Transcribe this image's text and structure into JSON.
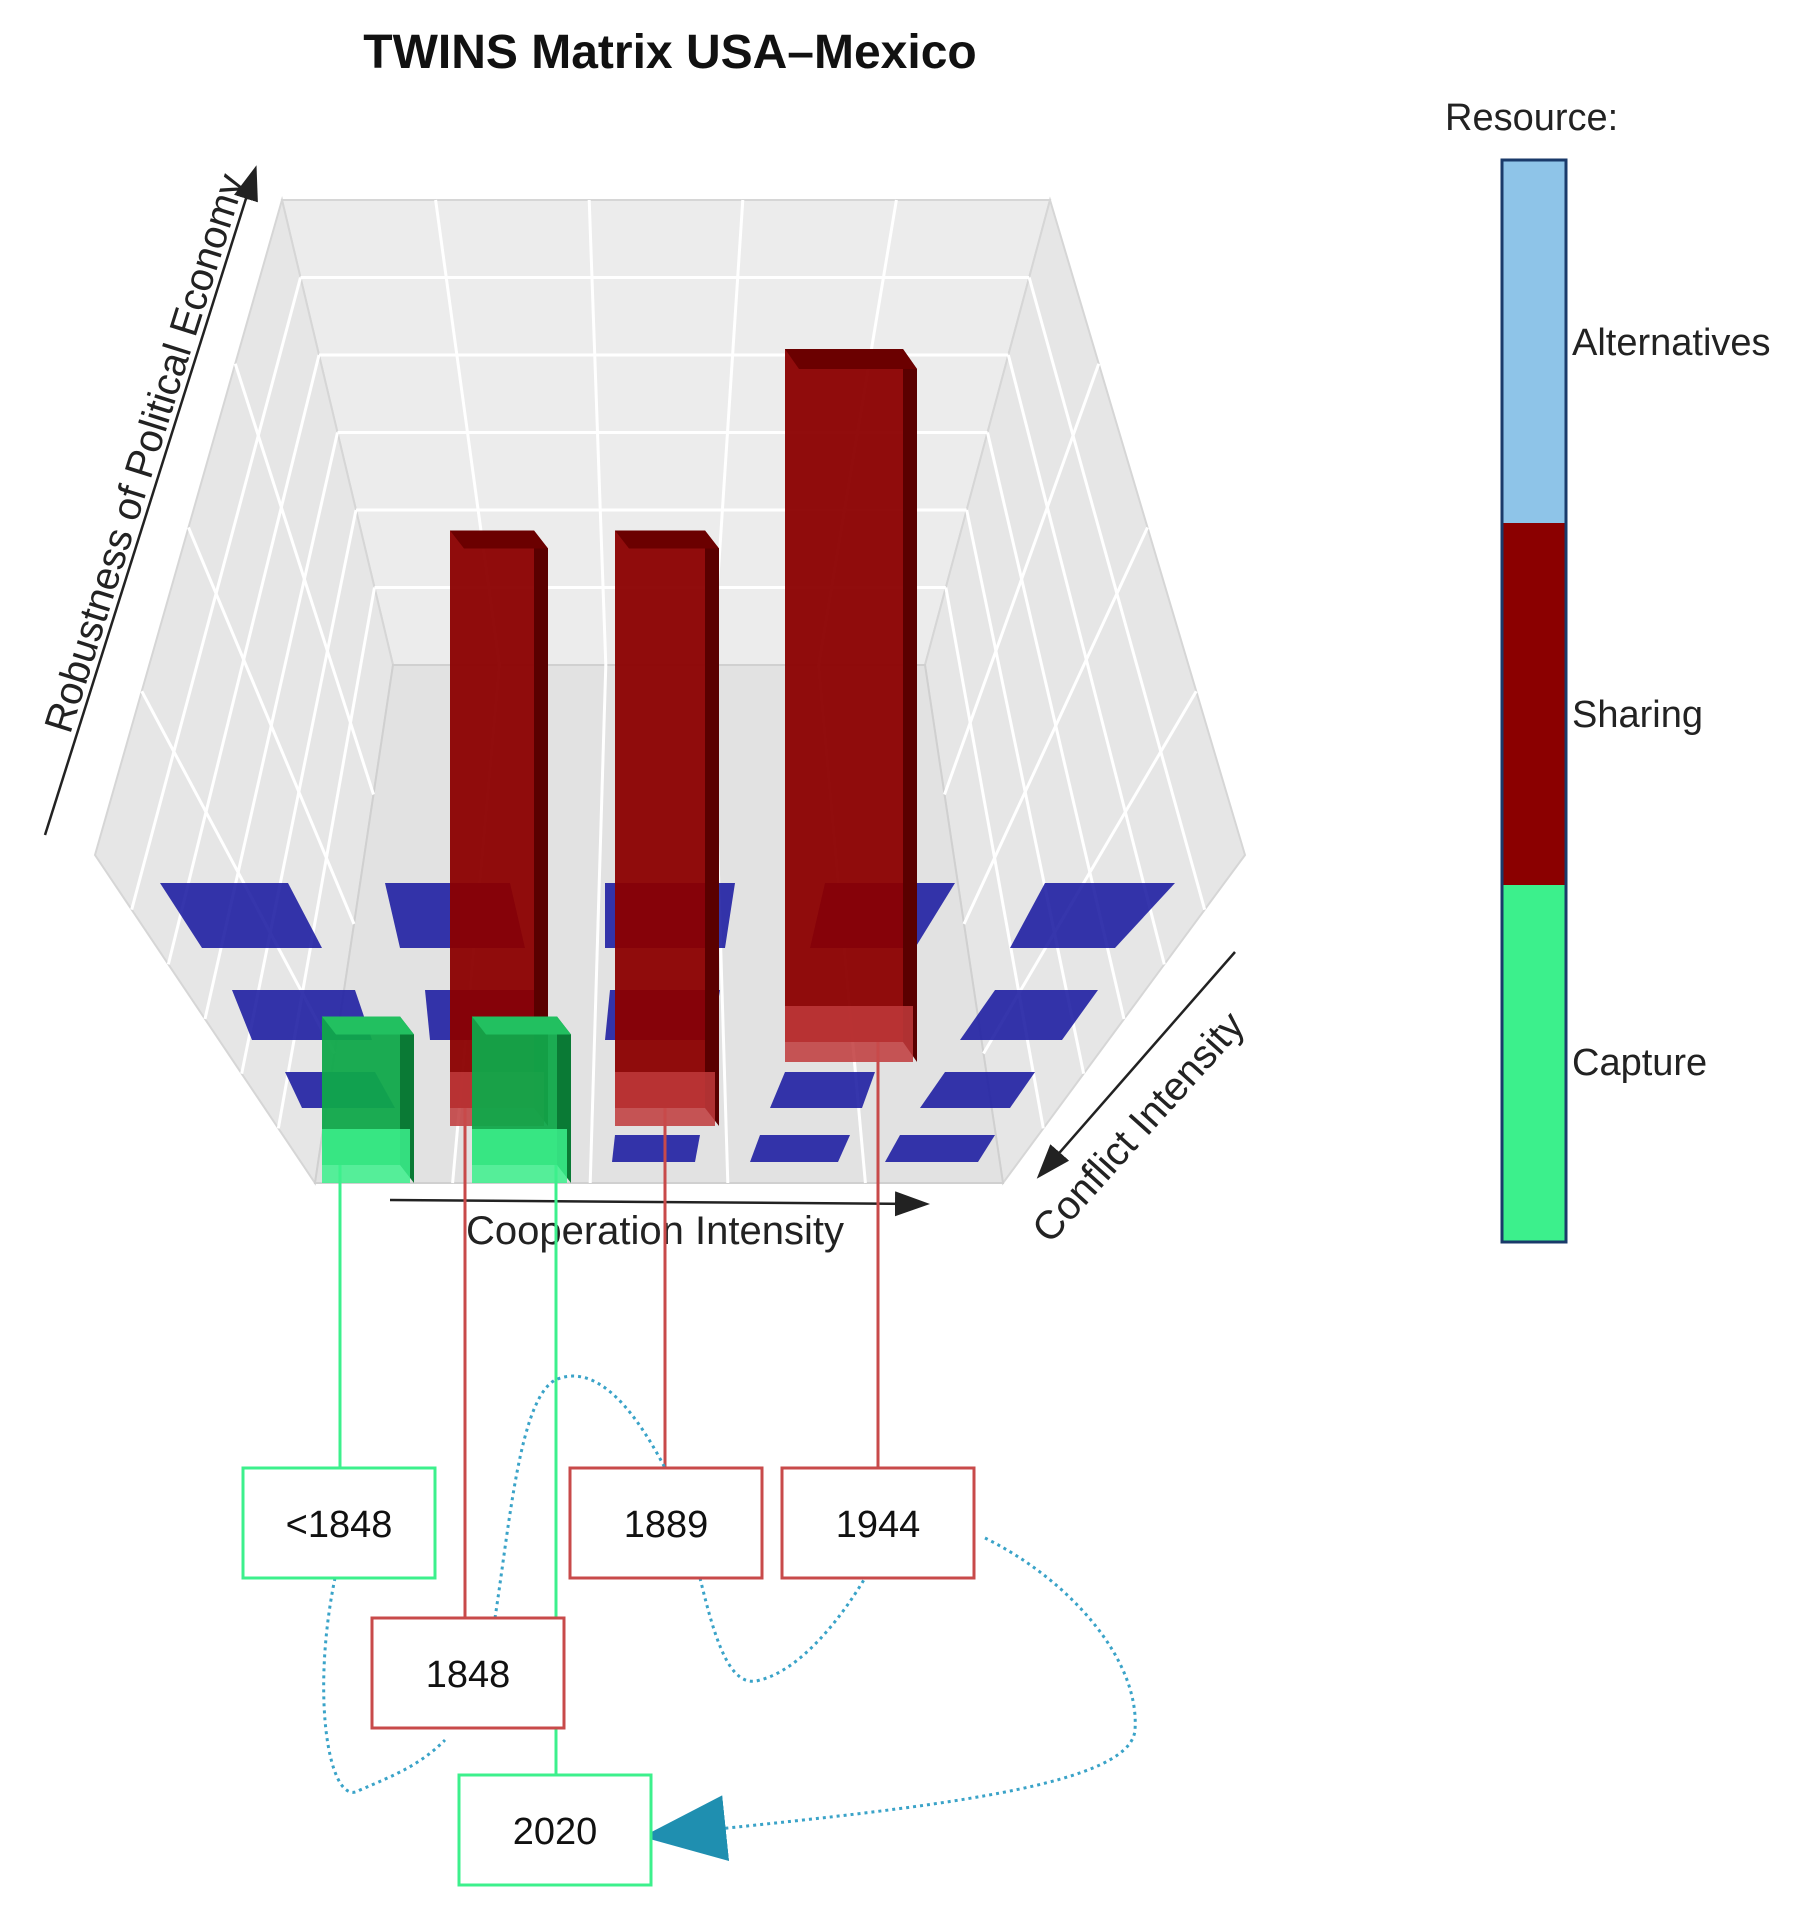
{
  "chart_data": {
    "type": "bar",
    "title": "TWINS Matrix USA–Mexico",
    "xlabel": "Cooperation Intensity",
    "ylabel": "Robustness of Political Economy",
    "zlabel": "Conflict Intensity",
    "legend": {
      "title": "Resource:",
      "position": "right",
      "entries": [
        {
          "label": "Alternatives",
          "color": "#8ec4e8"
        },
        {
          "label": "Sharing",
          "color": "#8b0000"
        },
        {
          "label": "Capture",
          "color": "#3cf08c"
        }
      ]
    },
    "bars": [
      {
        "category": "Capture",
        "year": "<1848",
        "cooperation": 1,
        "conflict": 1,
        "robustness": 0.9
      },
      {
        "category": "Sharing",
        "year": "1848",
        "cooperation": 2,
        "conflict": 1,
        "robustness": 3.5
      },
      {
        "category": "Capture",
        "year": "2020",
        "cooperation": 2,
        "conflict": 1,
        "robustness": 0.9
      },
      {
        "category": "Sharing",
        "year": "1889",
        "cooperation": 3,
        "conflict": 1,
        "robustness": 3.5
      },
      {
        "category": "Sharing",
        "year": "1944",
        "cooperation": 4,
        "conflict": 1,
        "robustness": 4.2
      }
    ],
    "timeline": {
      "order": [
        "<1848",
        "1848",
        "1889",
        "1944",
        "2020"
      ],
      "colors": {
        "capture_box": "#3cf08c",
        "sharing_box": "#c84a4a",
        "arrow": "#3aa3c8",
        "empty_cell": "#1a1aa0"
      }
    }
  }
}
